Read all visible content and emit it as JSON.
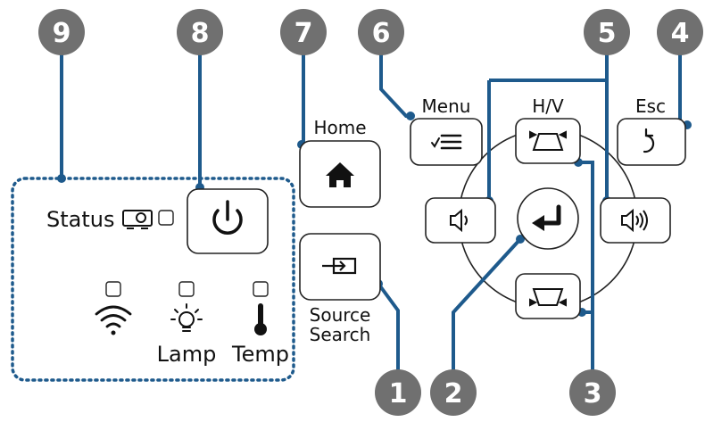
{
  "callouts": [
    "1",
    "2",
    "3",
    "4",
    "5",
    "6",
    "7",
    "8",
    "9"
  ],
  "labels": {
    "status": "Status",
    "home": "Home",
    "menu": "Menu",
    "hv": "H/V",
    "esc": "Esc",
    "source": "Source",
    "search": "Search",
    "lamp": "Lamp",
    "temp": "Temp"
  },
  "colors": {
    "callout": "#707070",
    "leader": "#1e5a8c",
    "outline": "#222222"
  },
  "icons": [
    "projector-icon",
    "power-icon",
    "home-icon",
    "menu-icon",
    "keystone-up-icon",
    "esc-icon",
    "volume-down-icon",
    "enter-icon",
    "volume-up-icon",
    "keystone-down-icon",
    "source-icon",
    "wifi-icon",
    "lamp-icon",
    "thermometer-icon"
  ]
}
